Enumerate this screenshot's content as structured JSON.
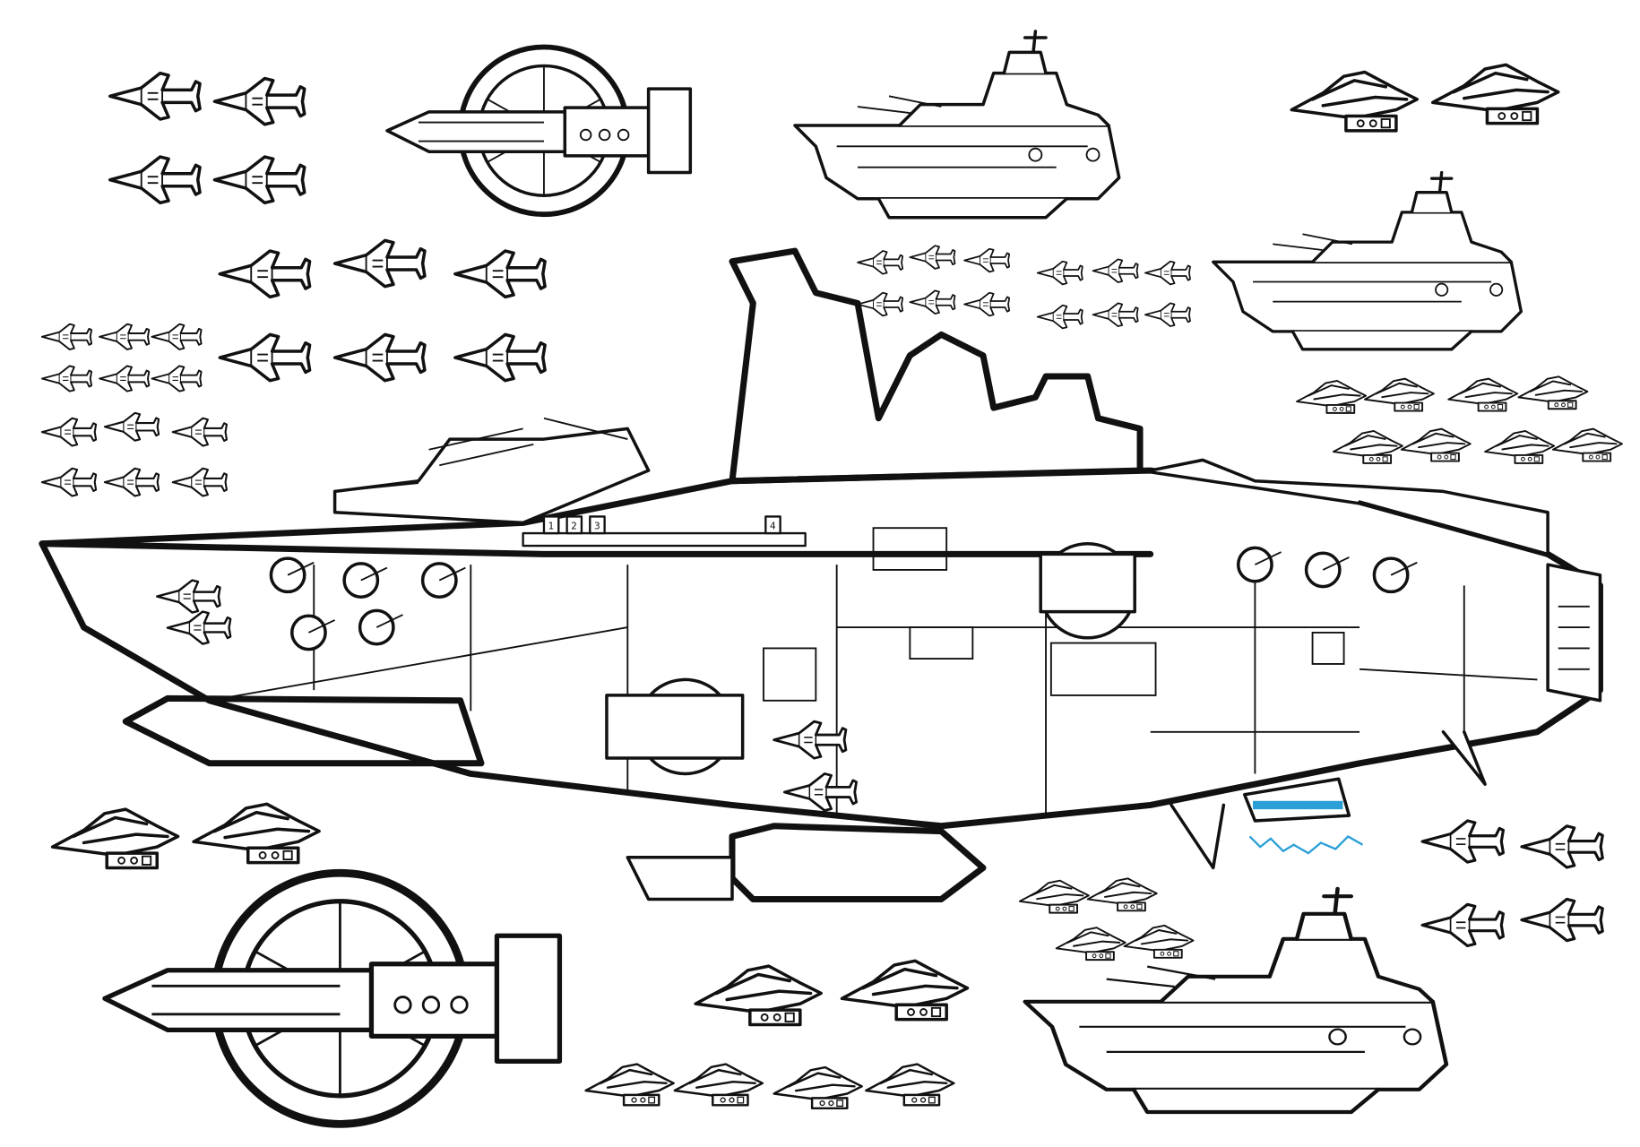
{
  "artwork": {
    "kind": "line-art coloring page",
    "hatch_labels": [
      "1",
      "2",
      "3",
      "4"
    ],
    "colors": {
      "line": "#111111",
      "background": "#ffffff",
      "accent": "#2a9fd6"
    }
  }
}
